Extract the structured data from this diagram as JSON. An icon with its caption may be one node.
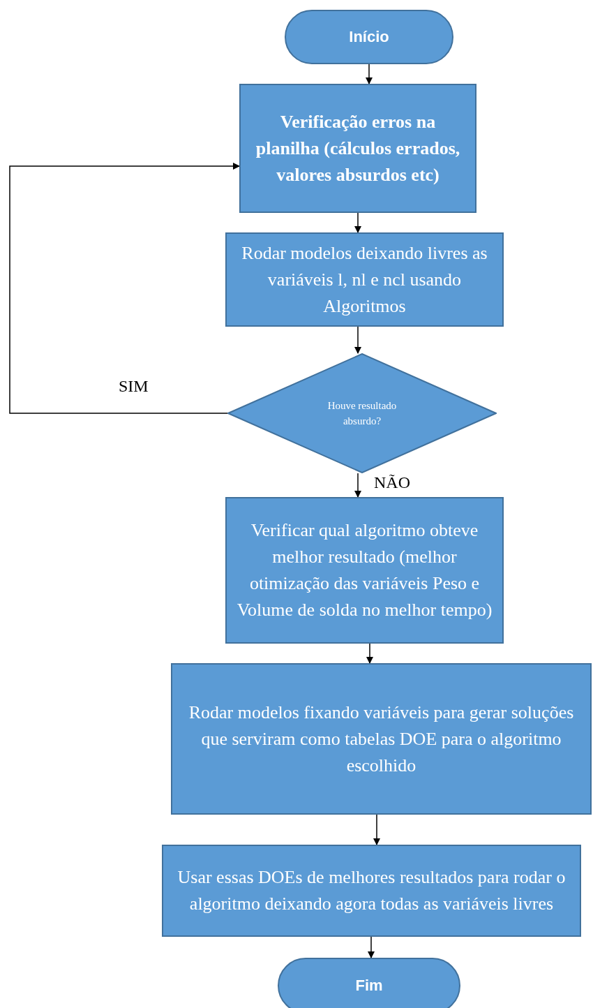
{
  "diagram": {
    "nodes": [
      {
        "text": [
          "Início"
        ]
      },
      {
        "text": [
          "Verificação erros na planilha (cálculos errados, valores absurdos etc)"
        ]
      },
      {
        "text": [
          "Rodar modelos deixando livres as variáveis l, nl e ncl usando Algoritmos"
        ]
      },
      {
        "text": [
          "Houve resultado absurdo?"
        ]
      },
      {
        "text": [
          "Verificar qual algoritmo obteve melhor resultado (melhor otimização das variáveis Peso e Volume de solda no melhor tempo)"
        ]
      },
      {
        "text": [
          "Rodar modelos fixando variáveis para gerar soluções que serviram como tabelas DOE para o algoritmo escolhido"
        ]
      },
      {
        "text": [
          "Usar essas DOEs de melhores resultados para rodar o algoritmo deixando agora todas as variáveis livres"
        ]
      },
      {
        "text": [
          "Fim"
        ]
      }
    ],
    "edges": [
      {
        "from": 0,
        "to": 1,
        "arrow": "to"
      },
      {
        "from": 1,
        "to": 2,
        "arrow": "to"
      },
      {
        "from": 2,
        "to": 3,
        "arrow": "to"
      },
      {
        "from": 3,
        "to": 1,
        "arrow": "to",
        "label": "SIM"
      },
      {
        "from": 3,
        "to": 4,
        "arrow": "to",
        "label": "NÃO"
      },
      {
        "from": 4,
        "to": 5,
        "arrow": "to"
      },
      {
        "from": 5,
        "to": 6,
        "arrow": "to"
      },
      {
        "from": 6,
        "to": 7,
        "arrow": "to"
      }
    ]
  }
}
